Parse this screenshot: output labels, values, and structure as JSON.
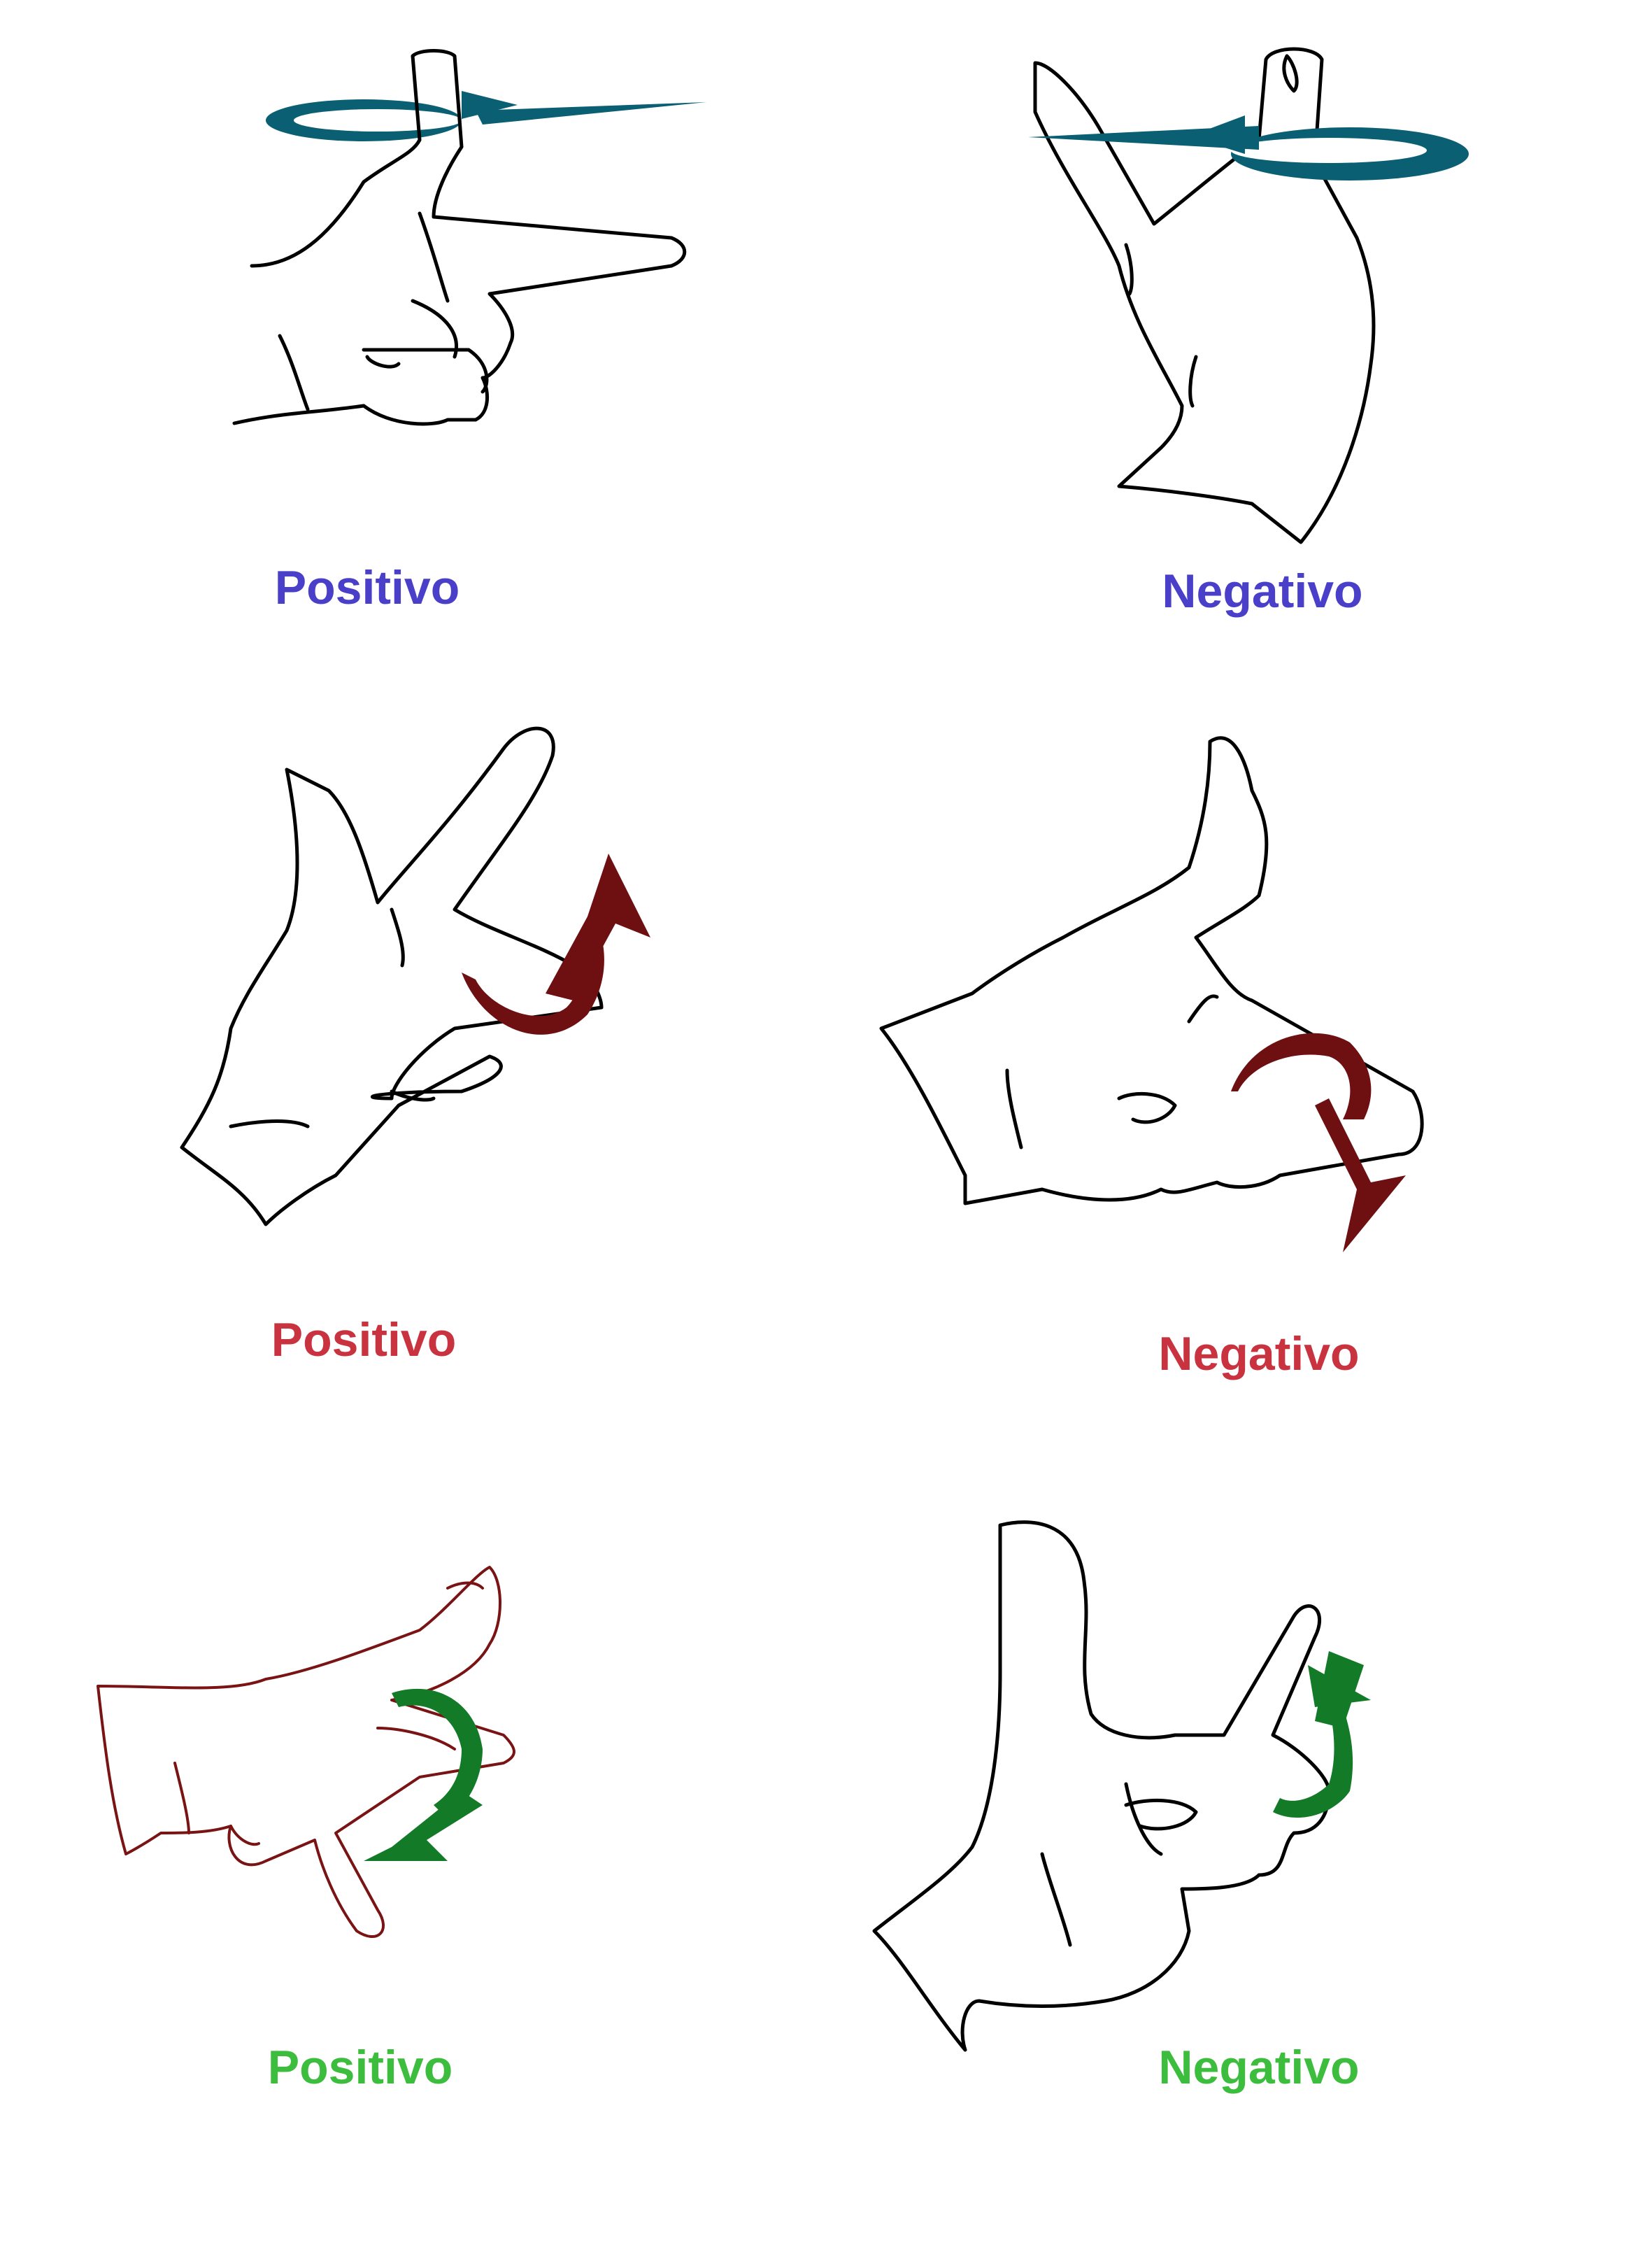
{
  "rows": [
    {
      "row_id": "teal",
      "color": "#4a3fc9",
      "arrow_color": "#0a5f73",
      "left_label": "Positivo",
      "right_label": "Negativo"
    },
    {
      "row_id": "red",
      "color": "#c8333f",
      "arrow_color": "#6e0f12",
      "left_label": "Positivo",
      "right_label": "Negativo"
    },
    {
      "row_id": "green",
      "color": "#3dbd3d",
      "arrow_color": "#137a28",
      "left_label": "Positivo",
      "right_label": "Negativo"
    }
  ],
  "icons": {
    "row1_left": "hand-index-right-thumb-up-icon",
    "row1_right": "hand-thumb-up-pinky-up-icon",
    "row2_left": "hand-fingers-spread-icon",
    "row2_right": "hand-thumb-up-finger-pointing-icon",
    "row3_left": "hand-pointing-down-icon",
    "row3_right": "hand-two-fingers-up-icon"
  }
}
